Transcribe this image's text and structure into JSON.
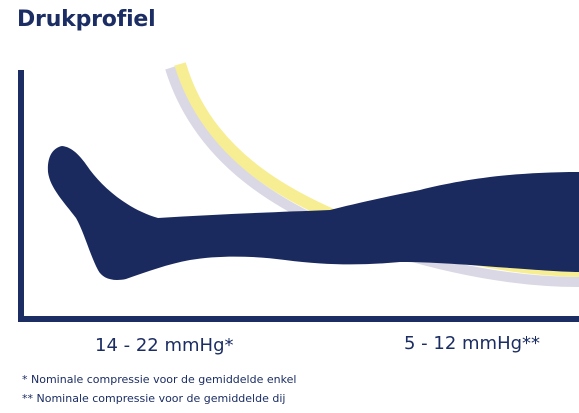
{
  "title": "Drukprofiel",
  "ranges": {
    "ankle": "14 - 22 mmHg*",
    "thigh": "5 - 12 mmHg**"
  },
  "footnotes": [
    "*  Nominale compressie voor de gemiddelde enkel",
    "** Nominale compressie voor de gemiddelde dij"
  ],
  "colors": {
    "navy": "#1b2d63",
    "leg": "#1a2a5e",
    "yellow_band": "#f7ee93",
    "gray_band": "#d9d8e4"
  }
}
